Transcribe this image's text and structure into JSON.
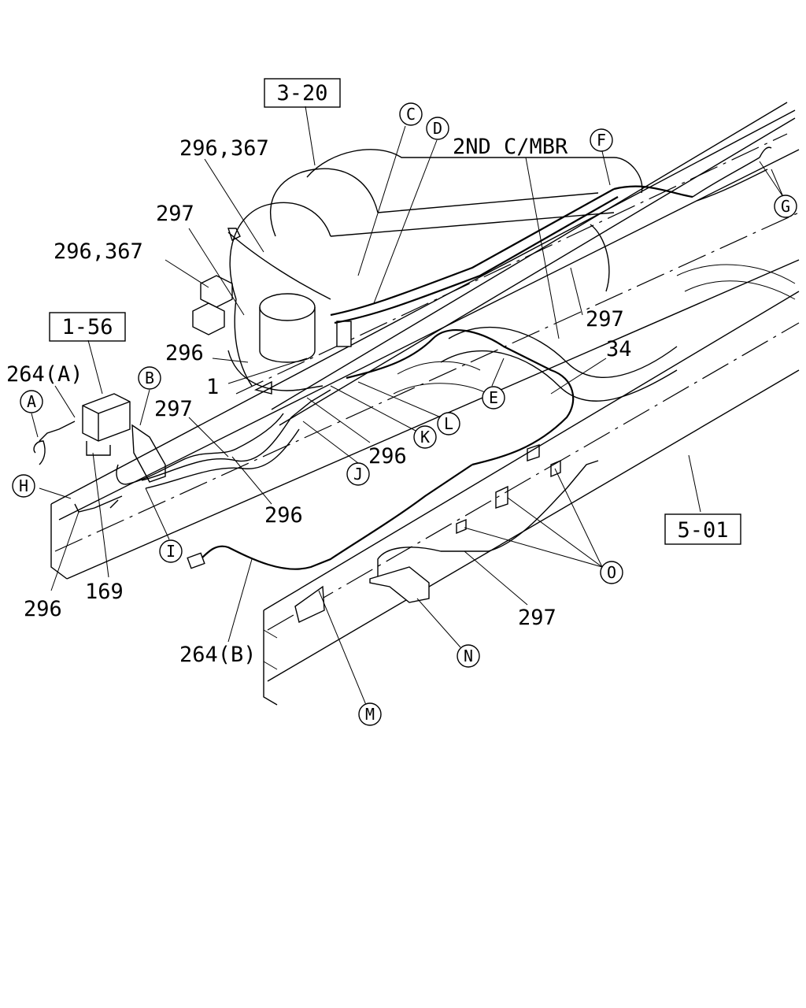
{
  "boxed_refs": [
    "3-20",
    "1-56",
    "5-01"
  ],
  "part_numbers": [
    "296,367",
    "297",
    "296,367",
    "296",
    "1",
    "264(A)",
    "297",
    "296",
    "296",
    "296",
    "169",
    "264(B)",
    "297",
    "297",
    "34"
  ],
  "member_label": "2ND C/MBR",
  "callouts": [
    "A",
    "B",
    "C",
    "D",
    "E",
    "F",
    "G",
    "H",
    "I",
    "J",
    "K",
    "L",
    "M",
    "N",
    "O"
  ]
}
